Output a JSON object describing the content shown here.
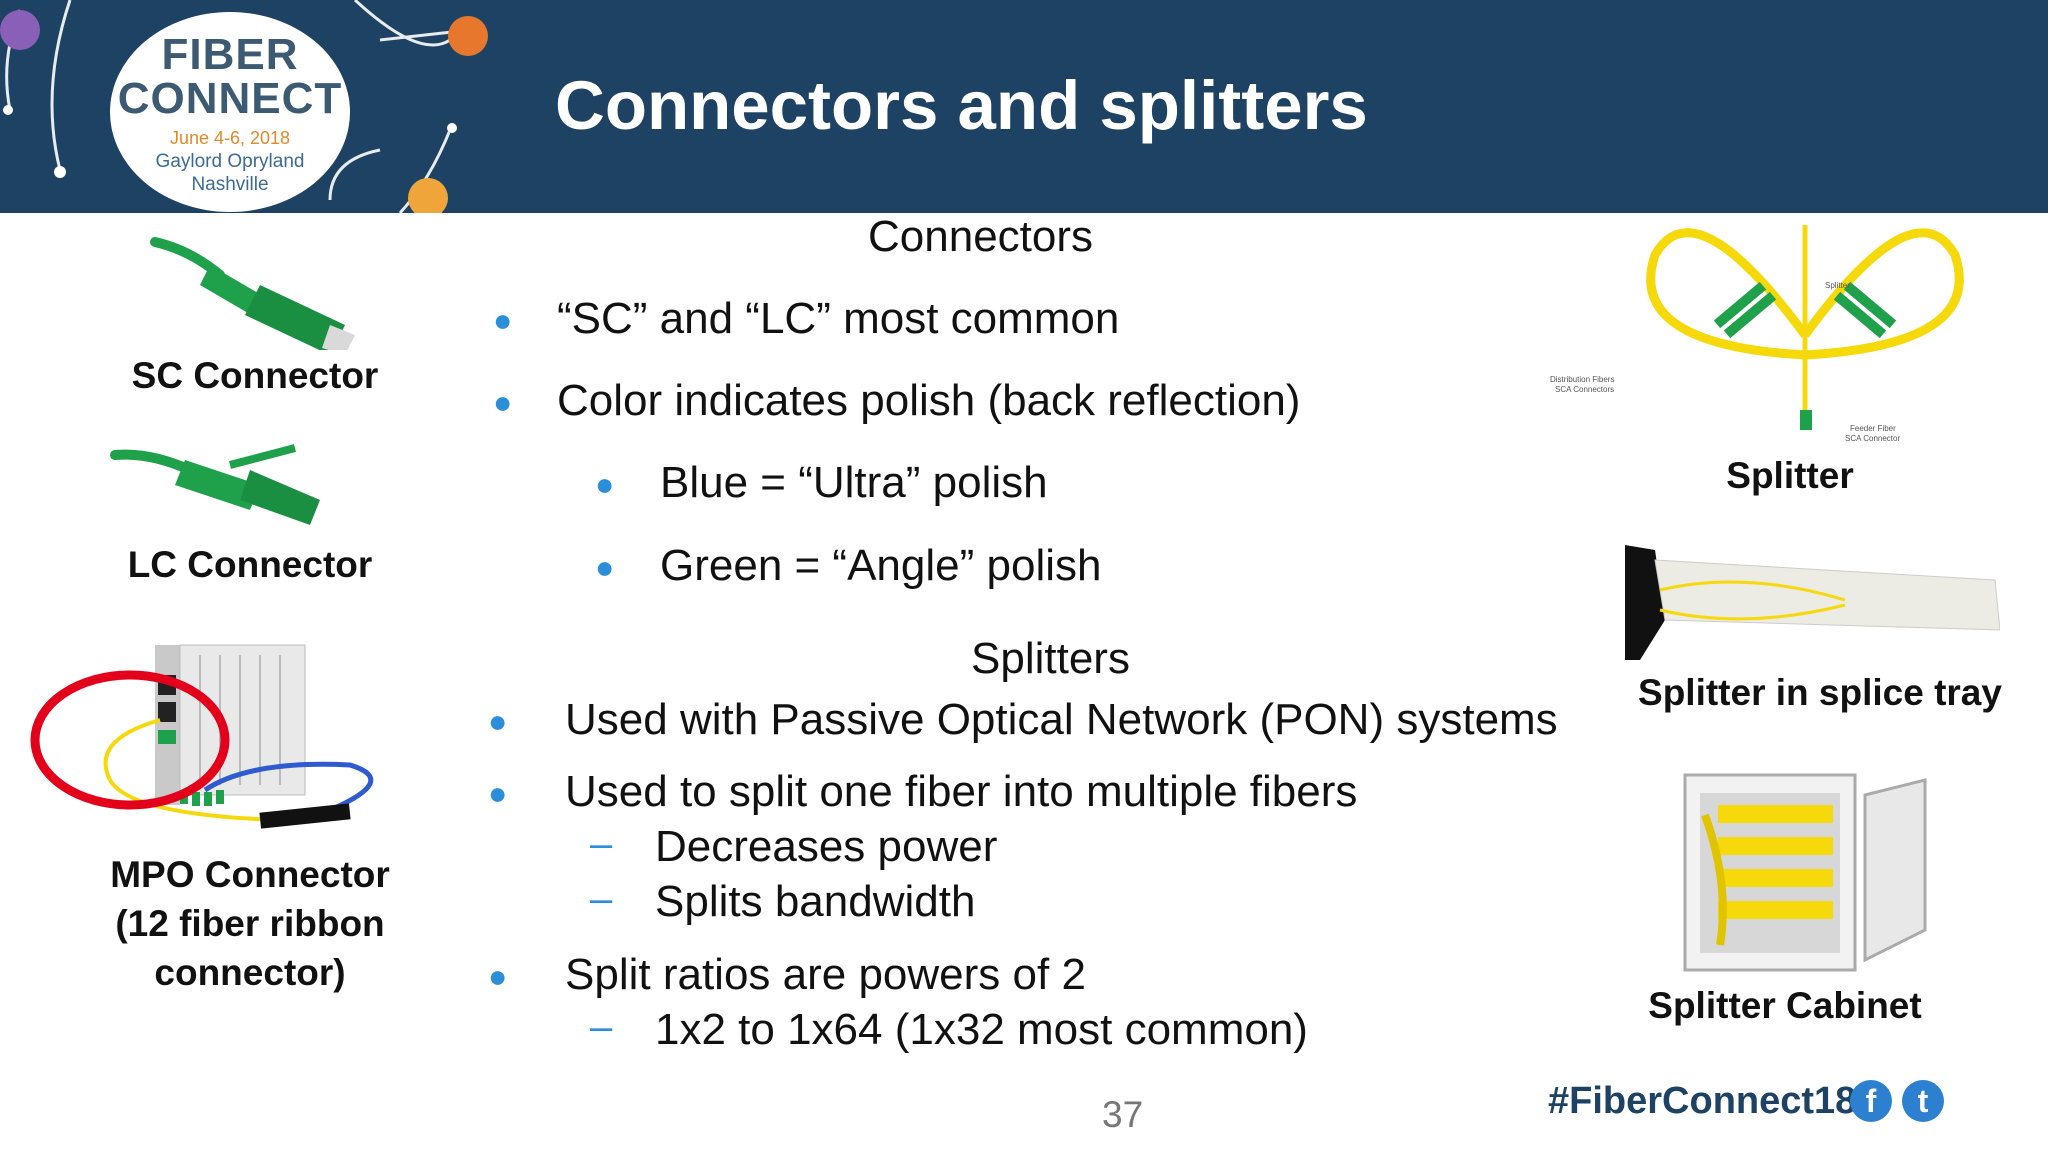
{
  "header": {
    "title": "Connectors and splitters",
    "logo": {
      "line1": "FIBER",
      "line2": "CONNECT",
      "date": "June 4-6, 2018",
      "venue": "Gaylord Opryland",
      "city": "Nashville"
    }
  },
  "left_captions": {
    "sc": "SC Connector",
    "lc": "LC Connector",
    "mpo_line1": "MPO Connector",
    "mpo_line2": "(12 fiber ribbon",
    "mpo_line3": "connector)"
  },
  "connectors_section": {
    "heading": "Connectors",
    "bullets": [
      "“SC” and “LC”  most common",
      "Color indicates polish (back reflection)"
    ],
    "sub_bullets": [
      "Blue = “Ultra” polish",
      "Green = “Angle” polish"
    ]
  },
  "splitters_section": {
    "heading": "Splitters",
    "bullets": [
      "Used with Passive Optical Network (PON) systems",
      "Used to split one fiber into multiple fibers",
      "Split ratios are powers of 2"
    ],
    "dashes": [
      "Decreases power",
      "Splits bandwidth",
      "1x2 to 1x64 (1x32 most common)"
    ]
  },
  "right_captions": {
    "splitter": "Splitter",
    "splice_tray": "Splitter in splice tray",
    "cabinet": "Splitter Cabinet"
  },
  "splitter_diagram_labels": {
    "top": "Splitter",
    "left_1": "Distribution Fibers",
    "left_2": "SCA Connectors",
    "right_1": "Feeder Fiber",
    "right_2": "SCA Connector"
  },
  "footer": {
    "page_number": "37",
    "hashtag": "#FiberConnect18",
    "facebook_glyph": "f",
    "twitter_glyph": "t"
  },
  "colors": {
    "banner": "#1d4263",
    "bullet": "#2a8fd8",
    "highlight_circle": "#e3001b",
    "connector_green": "#1fa04a",
    "fiber_yellow": "#f5d90a"
  }
}
